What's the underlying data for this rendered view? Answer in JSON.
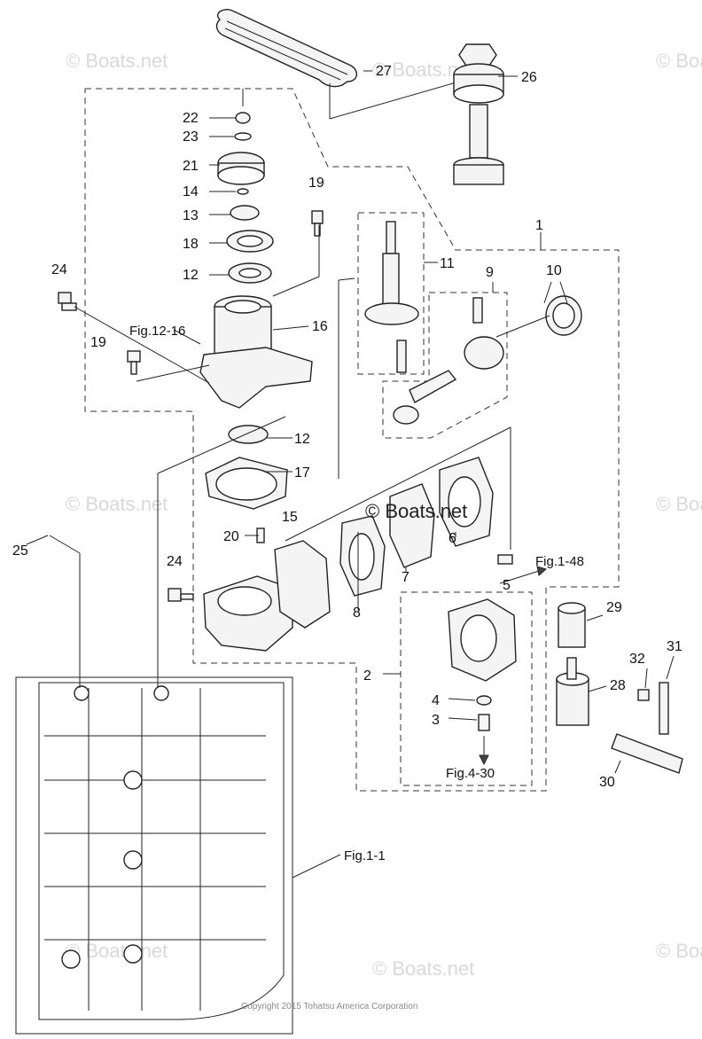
{
  "watermark": "© Boats.net",
  "center_watermark": "© Boats.net",
  "copyright": "Copyright 2015 Tohatsu America Corporation",
  "part_numbers": {
    "p1": "1",
    "p2": "2",
    "p3": "3",
    "p4": "4",
    "p5": "5",
    "p6": "6",
    "p7": "7",
    "p8": "8",
    "p9": "9",
    "p10": "10",
    "p11": "11",
    "p12a": "12",
    "p12b": "12",
    "p13": "13",
    "p14": "14",
    "p15": "15",
    "p16": "16",
    "p17": "17",
    "p18": "18",
    "p19a": "19",
    "p19b": "19",
    "p20": "20",
    "p21": "21",
    "p22": "22",
    "p23": "23",
    "p24a": "24",
    "p24b": "24",
    "p25": "25",
    "p26": "26",
    "p27": "27",
    "p28": "28",
    "p29": "29",
    "p30": "30",
    "p31": "31",
    "p32": "32"
  },
  "figure_refs": {
    "fig12_16": "Fig.12-16",
    "fig1_48": "Fig.1-48",
    "fig4_30": "Fig.4-30",
    "fig1_1": "Fig.1-1"
  }
}
